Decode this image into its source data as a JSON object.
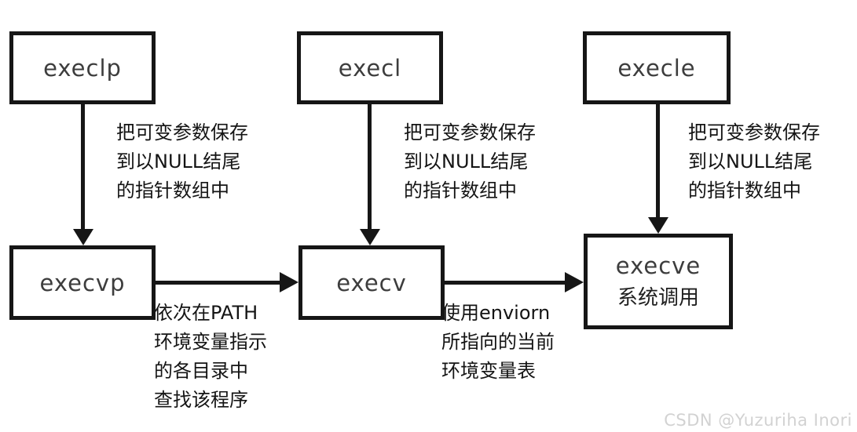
{
  "colors": {
    "line": "#161616",
    "box_label_text": "#3d3d3d",
    "annotation_text": "#141414",
    "watermark_text": "#d2d2d2",
    "background": "#ffffff"
  },
  "boxes": [
    {
      "label": "execlp"
    },
    {
      "label": "execl"
    },
    {
      "label": "execle"
    },
    {
      "label": "execvp"
    },
    {
      "label": "execv"
    },
    {
      "label": "execve",
      "sublabel": "系统调用"
    }
  ],
  "annotations": [
    {
      "lines": [
        "把可变参数保存",
        "到以NULL结尾",
        "的指针数组中"
      ]
    },
    {
      "lines": [
        "把可变参数保存",
        "到以NULL结尾",
        "的指针数组中"
      ]
    },
    {
      "lines": [
        "把可变参数保存",
        "到以NULL结尾",
        "的指针数组中"
      ]
    },
    {
      "lines": [
        "依次在PATH",
        "环境变量指示",
        "的各目录中",
        "查找该程序"
      ]
    },
    {
      "lines": [
        "使用enviorn",
        "所指向的当前",
        "环境变量表"
      ]
    }
  ],
  "watermark": {
    "text": "CSDN @Yuzuriha  Inori"
  }
}
